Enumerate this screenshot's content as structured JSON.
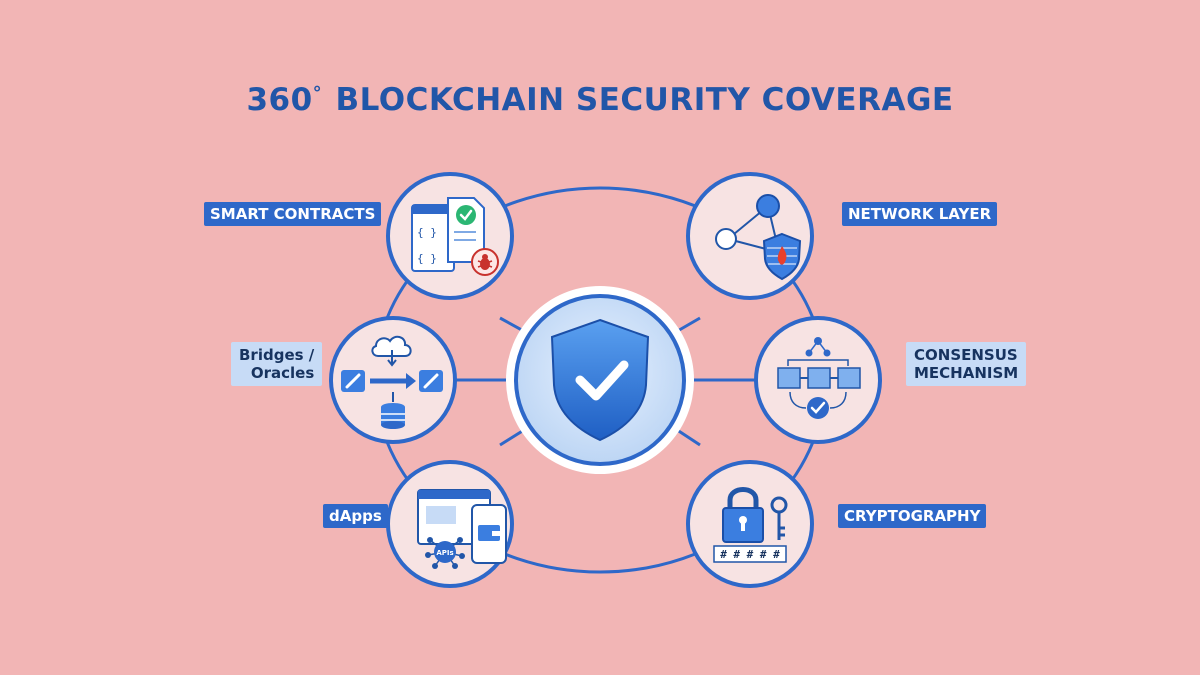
{
  "title": {
    "prefix": "360",
    "degree": "°",
    "main": "BLOCKCHAIN SECURITY COVERAGE"
  },
  "labels": {
    "smart_contracts": "SMART CONTRACTS",
    "network_layer": "NETWORK LAYER",
    "bridges_line1": "Bridges /",
    "bridges_line2": "Oracles",
    "consensus_line1": "CONSENSUS",
    "consensus_line2": "MECHANISM",
    "dapps": "dApps",
    "cryptography": "CRYPTOGRAPHY"
  },
  "icon_text": {
    "code_brace": "{ }",
    "apis": "APIs",
    "hash_boxes": "# # # # #"
  },
  "colors": {
    "background": "#f2b5b5",
    "primary_blue": "#2e68c9",
    "dark_blue": "#2156a8",
    "light_blue": "#c7dbf6",
    "bug_red": "#c8322e",
    "check_green": "#2bb673"
  }
}
